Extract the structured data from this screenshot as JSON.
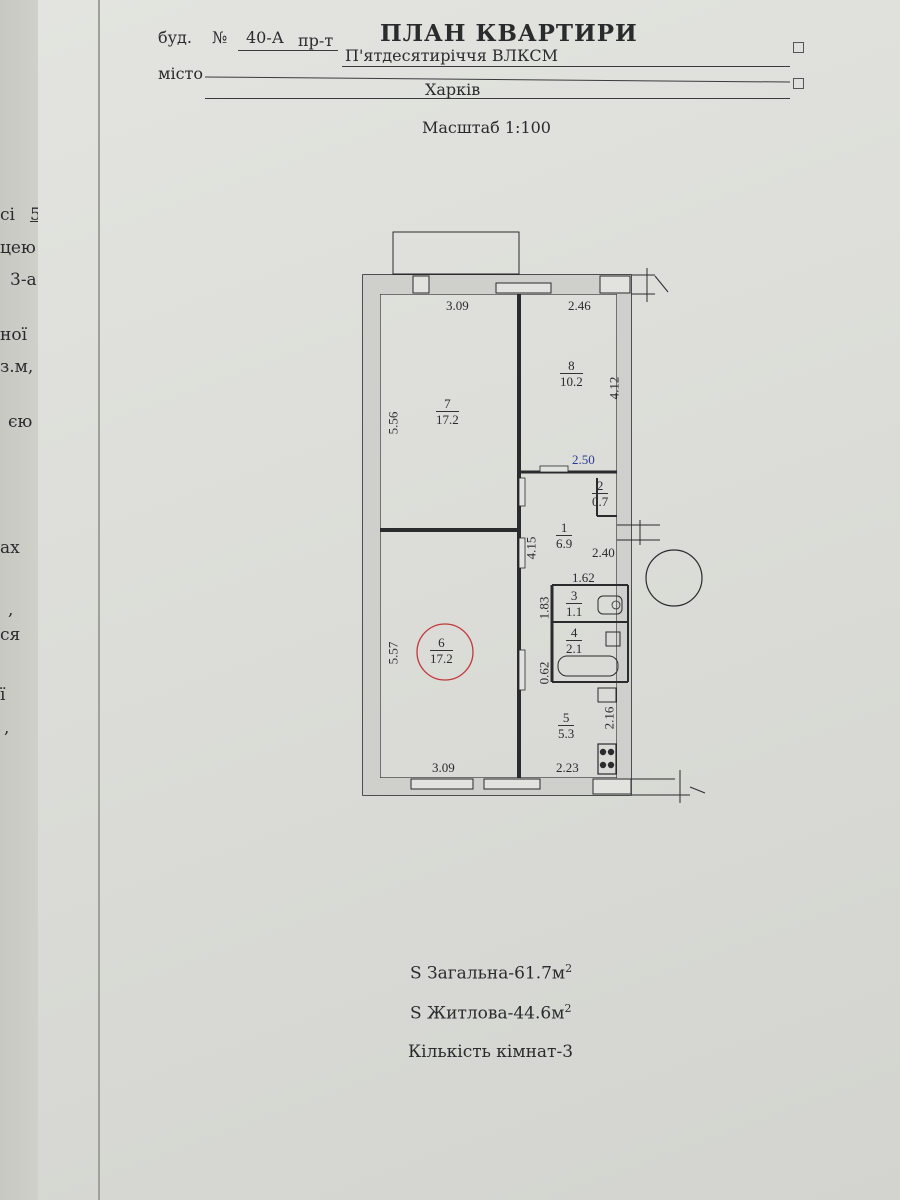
{
  "left_fragments": [
    "сі",
    "5",
    "цею",
    "3-а",
    "ної",
    "з.м,",
    "єю",
    "ах",
    ",",
    "ся",
    "ї",
    ","
  ],
  "header": {
    "title": "ПЛАН КВАРТИРИ",
    "bud_label": "буд.",
    "no_label": "№",
    "number": "40-А",
    "street_type": "пр-т",
    "street": "П'ятдесятиріччя ВЛКСМ",
    "city_label": "місто",
    "city": "Харків",
    "scale": "Масштаб 1:100"
  },
  "dimensions": [
    "3.09",
    "2.46",
    "5.56",
    "4.12",
    "2.50",
    "4.15",
    "2.40",
    "1.62",
    "1.83",
    "5.57",
    "0.62",
    "2.16",
    "3.09",
    "2.23"
  ],
  "rooms": [
    {
      "number": "1",
      "area": "6.9"
    },
    {
      "number": "2",
      "area": "0.7"
    },
    {
      "number": "3",
      "area": "1.1"
    },
    {
      "number": "4",
      "area": "2.1"
    },
    {
      "number": "5",
      "area": "5.3"
    },
    {
      "number": "6",
      "area": "17.2"
    },
    {
      "number": "7",
      "area": "17.2"
    },
    {
      "number": "8",
      "area": "10.2"
    }
  ],
  "summary": {
    "total_prefix": "S Загальна-61.7м",
    "living_prefix": "S Житлова-44.6м",
    "squared": "2",
    "rooms_count": "Кількість кімнат-3"
  },
  "colors": {
    "ink": "#2a2b2c",
    "circle_mark": "#c0393b",
    "dim_blue": "#2a3d8f",
    "paper": "#dcddd8"
  }
}
